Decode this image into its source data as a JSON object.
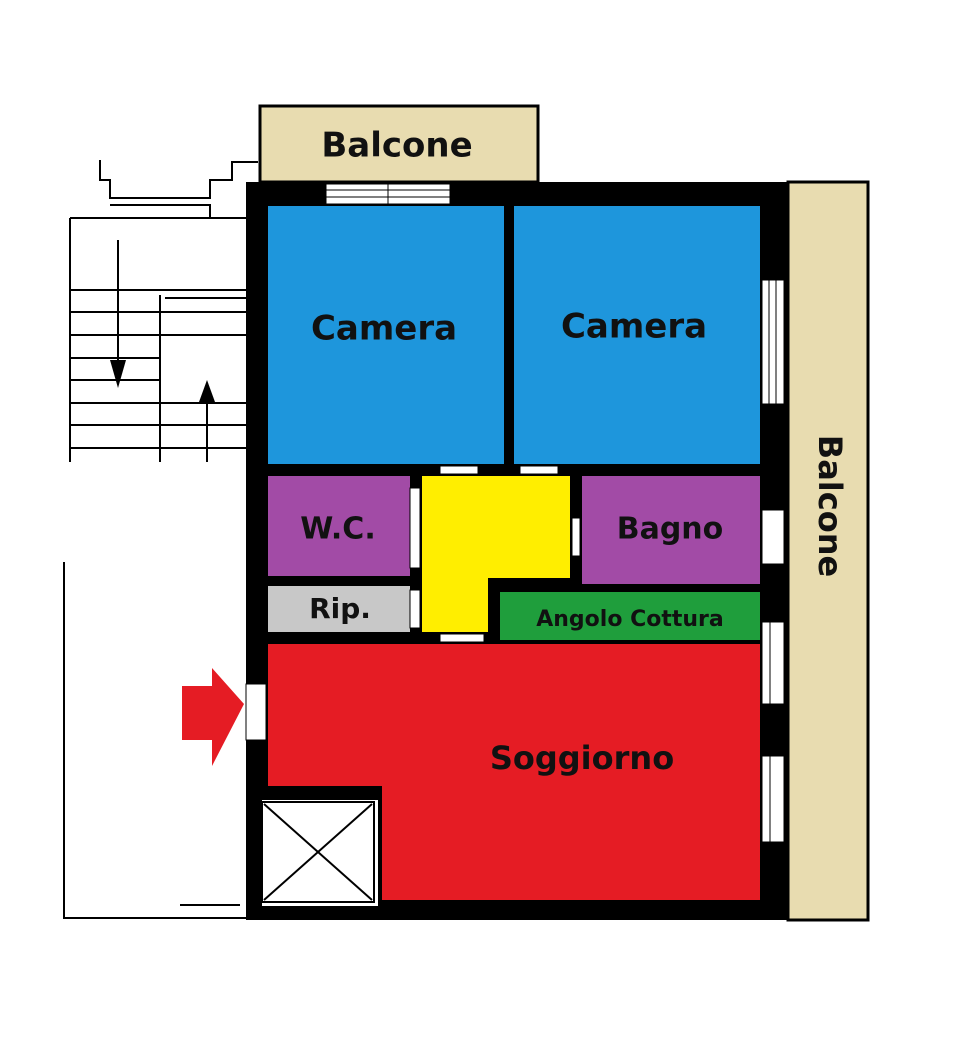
{
  "rooms": {
    "balcone_top": {
      "label": "Balcone",
      "color": "#e8dcb0"
    },
    "balcone_right": {
      "label": "Balcone",
      "color": "#e8dcb0"
    },
    "camera_left": {
      "label": "Camera",
      "color": "#1e96dc"
    },
    "camera_right": {
      "label": "Camera",
      "color": "#1e96dc"
    },
    "wc": {
      "label": "W.C.",
      "color": "#a24ba6"
    },
    "bagno": {
      "label": "Bagno",
      "color": "#a24ba6"
    },
    "ripostiglio": {
      "label": "Rip.",
      "color": "#c8c8c8"
    },
    "corridoio": {
      "label": "",
      "color": "#ffee00"
    },
    "angolo_cottura": {
      "label": "Angolo Cottura",
      "color": "#1f9e3c"
    },
    "soggiorno": {
      "label": "Soggiorno",
      "color": "#e51c24"
    }
  },
  "colors": {
    "wall": "#000000",
    "entrance_arrow": "#e51c24",
    "background": "#ffffff"
  },
  "icons": {
    "entrance": "entrance-arrow-icon",
    "stairs": "staircase-icon",
    "shaft": "shaft-cross-icon"
  }
}
